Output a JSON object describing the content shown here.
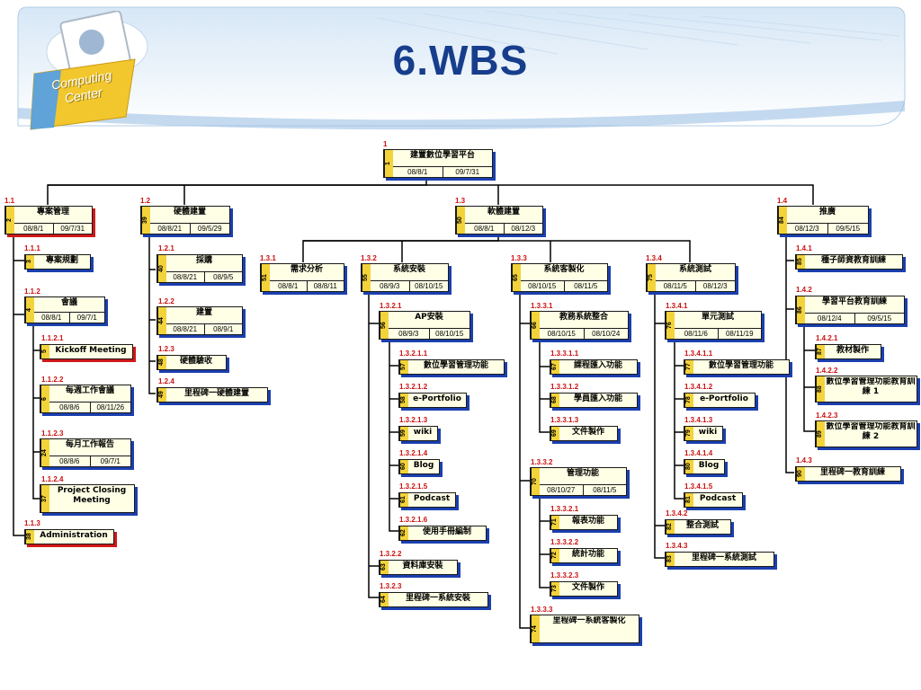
{
  "page_title": "6.WBS",
  "logo": {
    "line1": "Computing",
    "line2": "Center"
  },
  "nodes": {
    "n1": {
      "wbs": "1",
      "id": "1",
      "label": "建置數位學習平台",
      "start": "08/8/1",
      "finish": "09/7/31"
    },
    "n1_1": {
      "wbs": "1.1",
      "id": "2",
      "label": "專案管理",
      "start": "08/8/1",
      "finish": "09/7/31"
    },
    "n1_1_1": {
      "wbs": "1.1.1",
      "id": "3",
      "label": "專案規劃"
    },
    "n1_1_2": {
      "wbs": "1.1.2",
      "id": "4",
      "label": "會議",
      "start": "08/8/1",
      "finish": "09/7/1"
    },
    "n1_1_2_1": {
      "wbs": "1.1.2.1",
      "id": "5",
      "label": "Kickoff Meeting"
    },
    "n1_1_2_2": {
      "wbs": "1.1.2.2",
      "id": "6",
      "label": "每週工作會議",
      "start": "08/8/6",
      "finish": "08/11/26"
    },
    "n1_1_2_3": {
      "wbs": "1.1.2.3",
      "id": "24",
      "label": "每月工作報告",
      "start": "08/8/6",
      "finish": "09/7/1"
    },
    "n1_1_2_4": {
      "wbs": "1.1.2.4",
      "id": "37",
      "label": "Project Closing Meeting"
    },
    "n1_1_3": {
      "wbs": "1.1.3",
      "id": "38",
      "label": "Administration"
    },
    "n1_2": {
      "wbs": "1.2",
      "id": "39",
      "label": "硬體建置",
      "start": "08/8/21",
      "finish": "09/5/29"
    },
    "n1_2_1": {
      "wbs": "1.2.1",
      "id": "40",
      "label": "採購",
      "start": "08/8/21",
      "finish": "08/9/5"
    },
    "n1_2_2": {
      "wbs": "1.2.2",
      "id": "44",
      "label": "建置",
      "start": "08/8/21",
      "finish": "08/9/1"
    },
    "n1_2_3": {
      "wbs": "1.2.3",
      "id": "48",
      "label": "硬體驗收"
    },
    "n1_2_4": {
      "wbs": "1.2.4",
      "id": "49",
      "label": "里程碑一硬體建置"
    },
    "n1_3": {
      "wbs": "1.3",
      "id": "50",
      "label": "軟體建置",
      "start": "08/8/1",
      "finish": "08/12/3"
    },
    "n1_3_1": {
      "wbs": "1.3.1",
      "id": "51",
      "label": "需求分析",
      "start": "08/8/1",
      "finish": "08/8/11"
    },
    "n1_3_2": {
      "wbs": "1.3.2",
      "id": "55",
      "label": "系統安裝",
      "start": "08/9/3",
      "finish": "08/10/15"
    },
    "n1_3_2_1": {
      "wbs": "1.3.2.1",
      "id": "56",
      "label": "AP安裝",
      "start": "08/9/3",
      "finish": "08/10/15"
    },
    "n1_3_2_1_1": {
      "wbs": "1.3.2.1.1",
      "id": "57",
      "label": "數位學習管理功能"
    },
    "n1_3_2_1_2": {
      "wbs": "1.3.2.1.2",
      "id": "58",
      "label": "e-Portfolio"
    },
    "n1_3_2_1_3": {
      "wbs": "1.3.2.1.3",
      "id": "59",
      "label": "wiki"
    },
    "n1_3_2_1_4": {
      "wbs": "1.3.2.1.4",
      "id": "60",
      "label": "Blog"
    },
    "n1_3_2_1_5": {
      "wbs": "1.3.2.1.5",
      "id": "61",
      "label": "Podcast"
    },
    "n1_3_2_1_6": {
      "wbs": "1.3.2.1.6",
      "id": "62",
      "label": "使用手冊編制"
    },
    "n1_3_2_2": {
      "wbs": "1.3.2.2",
      "id": "63",
      "label": "資料庫安裝"
    },
    "n1_3_2_3": {
      "wbs": "1.3.2.3",
      "id": "64",
      "label": "里程碑一系統安裝"
    },
    "n1_3_3": {
      "wbs": "1.3.3",
      "id": "65",
      "label": "系統客製化",
      "start": "08/10/15",
      "finish": "08/11/5"
    },
    "n1_3_3_1": {
      "wbs": "1.3.3.1",
      "id": "66",
      "label": "教務系統整合",
      "start": "08/10/15",
      "finish": "08/10/24"
    },
    "n1_3_3_1_1": {
      "wbs": "1.3.3.1.1",
      "id": "67",
      "label": "課程匯入功能"
    },
    "n1_3_3_1_2": {
      "wbs": "1.3.3.1.2",
      "id": "68",
      "label": "學員匯入功能"
    },
    "n1_3_3_1_3": {
      "wbs": "1.3.3.1.3",
      "id": "69",
      "label": "文件製作"
    },
    "n1_3_3_2": {
      "wbs": "1.3.3.2",
      "id": "70",
      "label": "管理功能",
      "start": "08/10/27",
      "finish": "08/11/5"
    },
    "n1_3_3_2_1": {
      "wbs": "1.3.3.2.1",
      "id": "71",
      "label": "報表功能"
    },
    "n1_3_3_2_2": {
      "wbs": "1.3.3.2.2",
      "id": "72",
      "label": "統計功能"
    },
    "n1_3_3_2_3": {
      "wbs": "1.3.3.2.3",
      "id": "73",
      "label": "文件製作"
    },
    "n1_3_3_3": {
      "wbs": "1.3.3.3",
      "id": "74",
      "label": "里程碑一系統客製化"
    },
    "n1_3_4": {
      "wbs": "1.3.4",
      "id": "75",
      "label": "系統測試",
      "start": "08/11/5",
      "finish": "08/12/3"
    },
    "n1_3_4_1": {
      "wbs": "1.3.4.1",
      "id": "76",
      "label": "單元測試",
      "start": "08/11/6",
      "finish": "08/11/19"
    },
    "n1_3_4_1_1": {
      "wbs": "1.3.4.1.1",
      "id": "77",
      "label": "數位學習管理功能"
    },
    "n1_3_4_1_2": {
      "wbs": "1.3.4.1.2",
      "id": "78",
      "label": "e-Portfolio"
    },
    "n1_3_4_1_3": {
      "wbs": "1.3.4.1.3",
      "id": "79",
      "label": "wiki"
    },
    "n1_3_4_1_4": {
      "wbs": "1.3.4.1.4",
      "id": "80",
      "label": "Blog"
    },
    "n1_3_4_1_5": {
      "wbs": "1.3.4.1.5",
      "id": "81",
      "label": "Podcast"
    },
    "n1_3_4_2": {
      "wbs": "1.3.4.2",
      "id": "82",
      "label": "整合測試"
    },
    "n1_3_4_3": {
      "wbs": "1.3.4.3",
      "id": "83",
      "label": "里程碑一系統測試"
    },
    "n1_4": {
      "wbs": "1.4",
      "id": "84",
      "label": "推廣",
      "start": "08/12/3",
      "finish": "09/5/15"
    },
    "n1_4_1": {
      "wbs": "1.4.1",
      "id": "85",
      "label": "種子師資教育訓練"
    },
    "n1_4_2": {
      "wbs": "1.4.2",
      "id": "86",
      "label": "學習平台教育訓練",
      "start": "08/12/4",
      "finish": "09/5/15"
    },
    "n1_4_2_1": {
      "wbs": "1.4.2.1",
      "id": "87",
      "label": "教材製作"
    },
    "n1_4_2_2": {
      "wbs": "1.4.2.2",
      "id": "88",
      "label": "數位學習管理功能教育訓練 1"
    },
    "n1_4_2_3": {
      "wbs": "1.4.2.3",
      "id": "89",
      "label": "數位學習管理功能教育訓練 2"
    },
    "n1_4_3": {
      "wbs": "1.4.3",
      "id": "90",
      "label": "里程碑一教育訓練"
    }
  }
}
